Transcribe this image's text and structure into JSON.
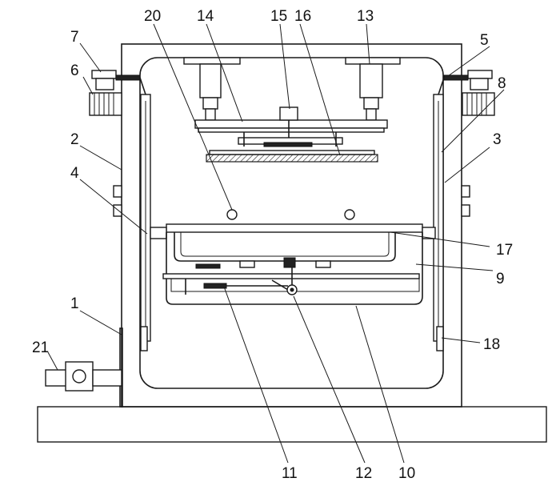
{
  "labels": {
    "l1": "1",
    "l2": "2",
    "l3": "3",
    "l4": "4",
    "l5": "5",
    "l6": "6",
    "l7": "7",
    "l8": "8",
    "l9": "9",
    "l10": "10",
    "l11": "11",
    "l12": "12",
    "l13": "13",
    "l14": "14",
    "l15": "15",
    "l16": "16",
    "l17": "17",
    "l18": "18",
    "l20": "20",
    "l21": "21"
  }
}
